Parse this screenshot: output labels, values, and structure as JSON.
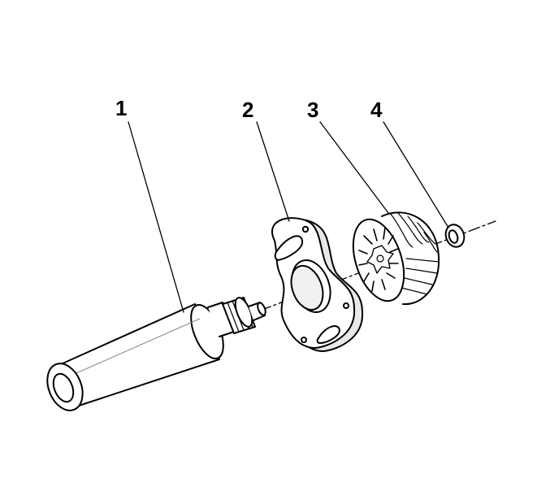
{
  "callouts": [
    {
      "number": "1",
      "part": "shaft-tool"
    },
    {
      "number": "2",
      "part": "mounting-plate"
    },
    {
      "number": "3",
      "part": "gear-rotor"
    },
    {
      "number": "4",
      "part": "retaining-ring"
    }
  ],
  "colors": {
    "line": "#000000",
    "fill": "#ffffff",
    "shade": "#d8d8d8"
  }
}
